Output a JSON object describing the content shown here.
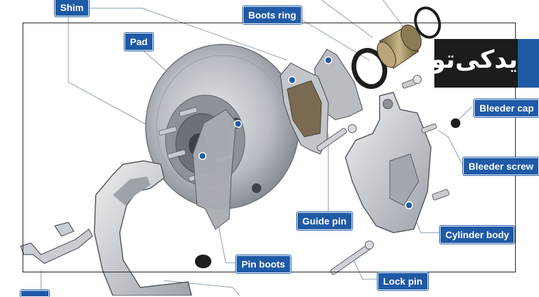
{
  "labels": {
    "shim": "Shim",
    "boots_ring": "Boots ring",
    "pad": "Pad",
    "bleeder_cap": "Bleeder cap",
    "bleeder_screw": "Bleeder screw",
    "guide_pin": "Guide pin",
    "cylinder_body": "Cylinder body",
    "pin_boots": "Pin boots",
    "lock_pin": "Lock pin"
  },
  "logo_text": "یدکی‌تو",
  "colors": {
    "label_bg": "#1f5aa6",
    "leader": "#8a9bb5",
    "logo_dark": "#1c1c1c"
  }
}
